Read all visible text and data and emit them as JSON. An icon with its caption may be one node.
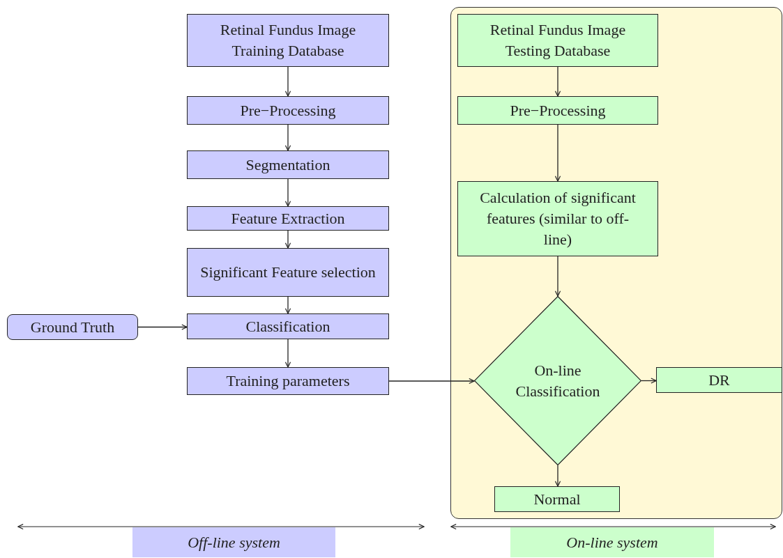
{
  "diagram": {
    "nodes": [
      {
        "text": [
          "Retinal Fundus Image Training Database"
        ]
      },
      {
        "text": [
          "Pre−Processing"
        ]
      },
      {
        "text": [
          "Segmentation"
        ]
      },
      {
        "text": [
          "Feature Extraction"
        ]
      },
      {
        "text": [
          "Significant Feature selection"
        ]
      },
      {
        "text": [
          "Ground Truth"
        ]
      },
      {
        "text": [
          "Classification"
        ]
      },
      {
        "text": [
          "Training parameters"
        ]
      },
      {
        "text": [],
        "shape": "box"
      },
      {
        "text": [
          "Retinal Fundus Image Testing Database"
        ],
        "in": 8
      },
      {
        "text": [
          "Pre−Processing"
        ],
        "in": 8
      },
      {
        "text": [
          "Calculation of significant features (similar to off-line)"
        ],
        "in": 8
      },
      {
        "text": [
          "On-line Classification"
        ],
        "in": 8
      },
      {
        "text": [
          "DR"
        ],
        "in": 8
      },
      {
        "text": [
          "Normal"
        ],
        "in": 8
      },
      {
        "text": [
          "Off-line system"
        ]
      },
      {
        "text": [
          "On-line system"
        ]
      }
    ],
    "edges": [
      {
        "from": 0,
        "to": 1,
        "arrow": "to"
      },
      {
        "from": 1,
        "to": 2,
        "arrow": "to"
      },
      {
        "from": 2,
        "to": 3,
        "arrow": "to"
      },
      {
        "from": 3,
        "to": 4,
        "arrow": "to"
      },
      {
        "from": 4,
        "to": 6,
        "arrow": "to"
      },
      {
        "from": 5,
        "to": 6,
        "arrow": "to"
      },
      {
        "from": 6,
        "to": 7,
        "arrow": "to"
      },
      {
        "from": 7,
        "to": 12,
        "arrow": "to"
      },
      {
        "from": 9,
        "to": 10,
        "arrow": "to"
      },
      {
        "from": 10,
        "to": 11,
        "arrow": "to"
      },
      {
        "from": 11,
        "to": 12,
        "arrow": "to"
      },
      {
        "from": 12,
        "to": 13,
        "arrow": "to"
      },
      {
        "from": 12,
        "to": 14,
        "arrow": "to"
      }
    ]
  }
}
